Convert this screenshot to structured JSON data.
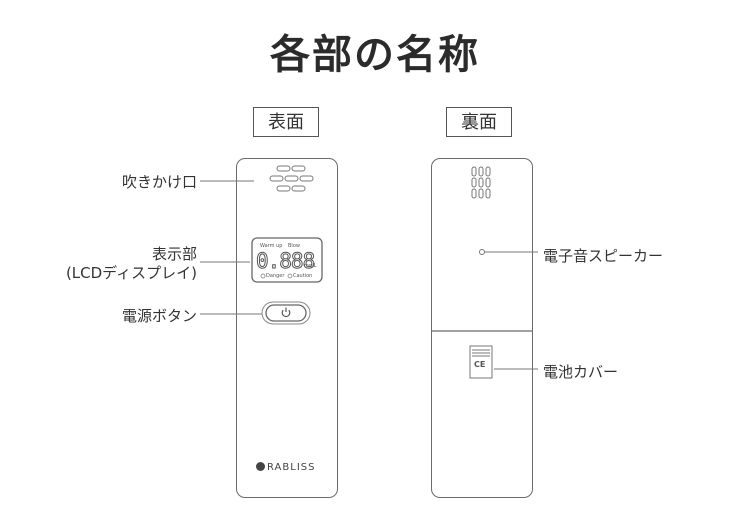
{
  "title": "各部の名称",
  "front": {
    "label": "表面",
    "callouts": {
      "mouthpiece": "吹きかけ口",
      "display_line1": "表示部",
      "display_line2": "(LCDディスプレイ)",
      "power": "電源ボタン"
    },
    "lcd": {
      "warmup": "Warm up",
      "blow": "Blow",
      "digits": "0.888",
      "unit": "mg/L",
      "danger": "Danger",
      "caution": "Caution"
    },
    "brand": "RABLISS"
  },
  "back": {
    "label": "裏面",
    "callouts": {
      "speaker": "電子音スピーカー",
      "battery": "電池カバー"
    },
    "ce_mark": "CE"
  },
  "colors": {
    "outline": "#6b6b6b",
    "text": "#333333",
    "title": "#2b2b2b"
  }
}
